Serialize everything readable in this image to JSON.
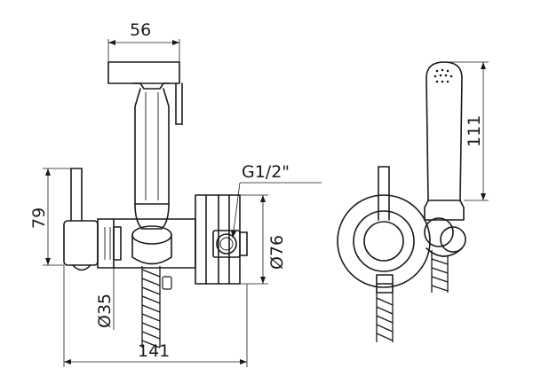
{
  "drawing": {
    "dimensions": {
      "width_spray_head": "56",
      "height_wall_bracket": "79",
      "thread_size": "G1/2\"",
      "wall_plate_diameter": "Ø76",
      "body_diameter": "Ø35",
      "overall_length": "141",
      "hand_shower_length": "111"
    }
  }
}
